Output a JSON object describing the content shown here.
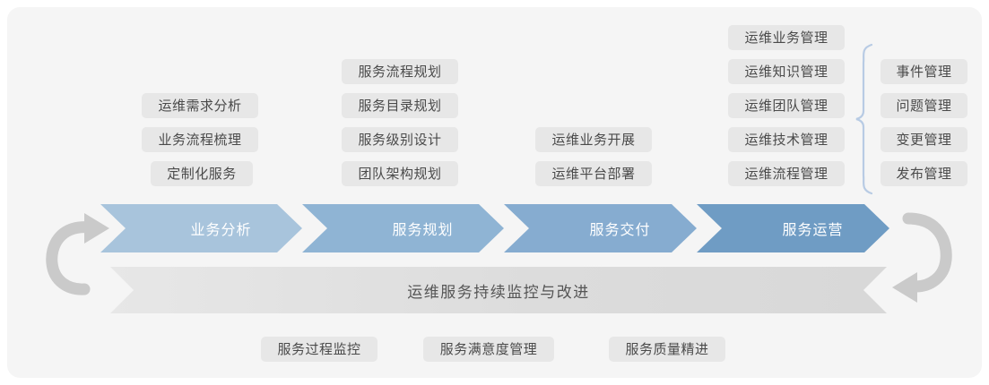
{
  "diagram": {
    "title_hidden": "",
    "columns": [
      {
        "name": "business-analysis",
        "stage_label": "业务分析",
        "stage_color": "#a8c4dc",
        "tags": [
          "运维需求分析",
          "业务流程梳理",
          "定制化服务"
        ]
      },
      {
        "name": "service-planning",
        "stage_label": "服务规划",
        "stage_color": "#8fb4d4",
        "tags": [
          "服务流程规划",
          "服务目录规划",
          "服务级别设计",
          "团队架构规划"
        ]
      },
      {
        "name": "service-delivery",
        "stage_label": "服务交付",
        "stage_color": "#86acd0",
        "tags": [
          "运维业务开展",
          "运维平台部署"
        ]
      },
      {
        "name": "service-operation",
        "stage_label": "服务运营",
        "stage_color": "#6f9cc4",
        "tags": [
          "运维业务管理",
          "运维知识管理",
          "运维团队管理",
          "运维技术管理",
          "运维流程管理"
        ]
      }
    ],
    "process_detail": {
      "name": "operation-process-detail",
      "tags": [
        "事件管理",
        "问题管理",
        "变更管理",
        "发布管理"
      ],
      "brace_color": "#b8cbe4"
    },
    "banner": {
      "label": "运维服务持续监控与改进",
      "color": "#dcdcdc"
    },
    "bottom_tags": [
      "服务过程监控",
      "服务满意度管理",
      "服务质量精进"
    ],
    "loop_arrows": {
      "left": "refresh-ccw-icon",
      "right": "refresh-cw-icon",
      "color": "#cacaca"
    },
    "colors": {
      "canvas": "#f5f5f5",
      "tag_bg": "#e7e7e7",
      "tag_text": "#4a4a4a"
    }
  }
}
